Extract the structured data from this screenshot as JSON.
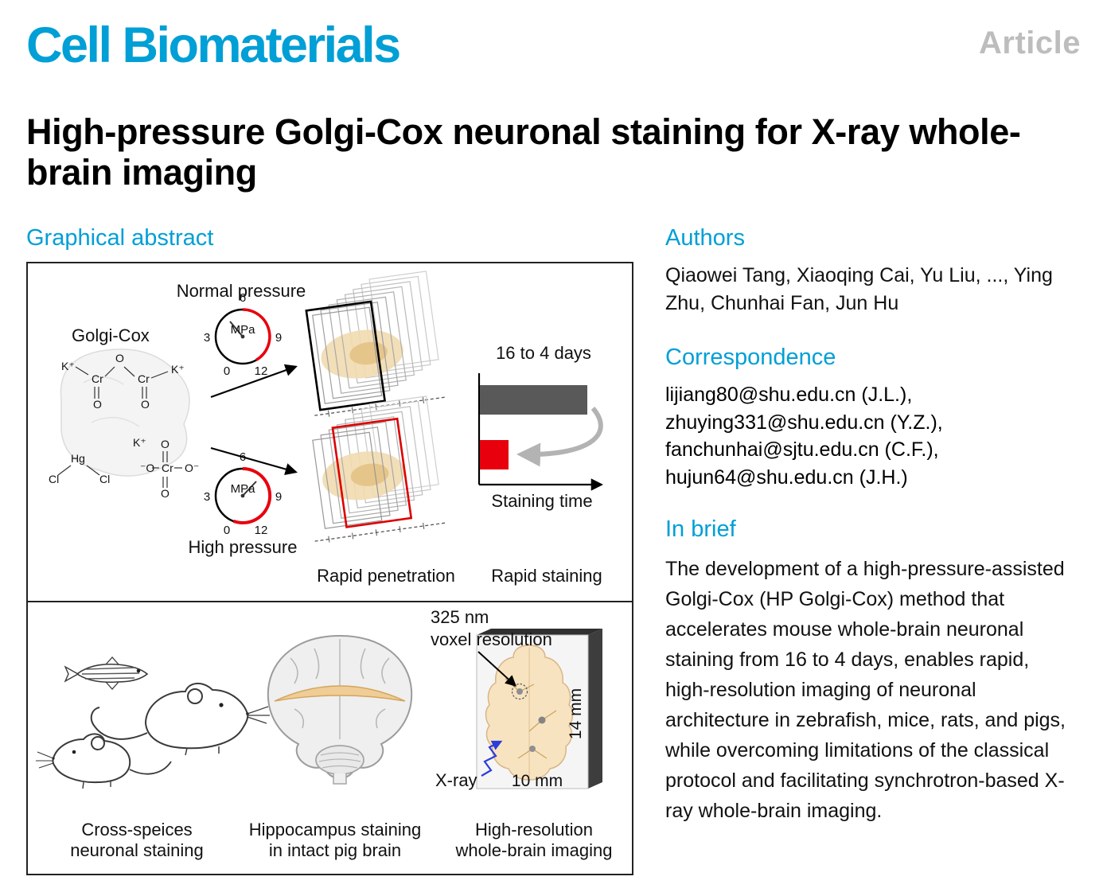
{
  "colors": {
    "accent": "#009FD6",
    "article_gray": "#BDBDBD",
    "bar_gray": "#595959",
    "highlight_red": "#E8000D",
    "brain_tan": "#F1DBB0",
    "hippocampus_orange": "#F0CD96",
    "xray_blue": "#2B3CDB"
  },
  "header": {
    "journal": "Cell Biomaterials",
    "article_type": "Article"
  },
  "title": "High-pressure Golgi-Cox neuronal staining for X-ray whole-brain imaging",
  "graphical_abstract": {
    "heading": "Graphical abstract",
    "top": {
      "normal_pressure": "Normal pressure",
      "high_pressure": "High pressure",
      "golgi_cox": "Golgi-Cox",
      "gauge_unit": "MPa",
      "ticks": [
        "0",
        "3",
        "6",
        "9",
        "12"
      ],
      "days": "16 to 4 days",
      "staining_time": "Staining time",
      "rapid_penetration": "Rapid penetration",
      "rapid_staining": "Rapid staining",
      "chem": [
        "K⁺",
        "O",
        "Cr",
        "O",
        "Cr",
        "K⁺",
        "O",
        "K⁺",
        "Hg",
        "Cl",
        "Cl",
        "O",
        "⁻O",
        "Cr",
        "O⁻",
        "O"
      ]
    },
    "bottom": {
      "voxel_line1": "325 nm",
      "voxel_line2": "voxel resolution",
      "xray": "X-ray",
      "width_label": "10 mm",
      "height_label": "14 mm",
      "caption1_line1": "Cross-speices",
      "caption1_line2": "neuronal staining",
      "caption2_line1": "Hippocampus staining",
      "caption2_line2": "in intact pig brain",
      "caption3_line1": "High-resolution",
      "caption3_line2": "whole-brain imaging"
    }
  },
  "authors": {
    "heading": "Authors",
    "text": "Qiaowei Tang, Xiaoqing Cai, Yu Liu, ..., Ying Zhu, Chunhai Fan, Jun Hu"
  },
  "correspondence": {
    "heading": "Correspondence",
    "lines": [
      "lijiang80@shu.edu.cn (J.L.),",
      "zhuying331@shu.edu.cn (Y.Z.),",
      "fanchunhai@sjtu.edu.cn (C.F.),",
      "hujun64@shu.edu.cn (J.H.)"
    ]
  },
  "in_brief": {
    "heading": "In brief",
    "text": "The development of a high-pressure-assisted Golgi-Cox (HP Golgi-Cox) method that accelerates mouse whole-brain neuronal staining from 16 to 4 days, enables rapid, high-resolution imaging of neuronal architecture in zebrafish, mice, rats, and pigs, while overcoming limitations of the classical protocol and facilitating synchrotron-based X-ray whole-brain imaging."
  }
}
